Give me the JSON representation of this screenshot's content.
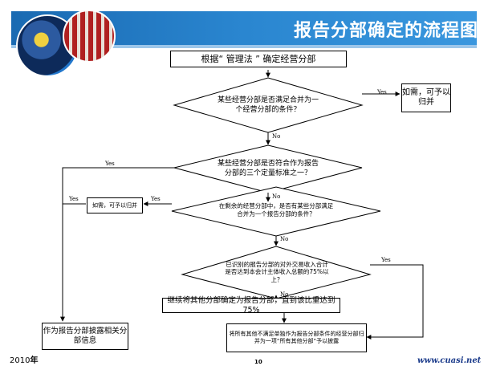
{
  "header": {
    "title": "报告分部确定的流程图"
  },
  "flow": {
    "start": "根据“ 管理法 ” 确定经营分部",
    "d1": "某些经营分部是否满足合并为一个经营分部的条件？",
    "r1": "如需，可予以归并",
    "d2": "某些经营分部是否符合作为报告分部的三个定量标准之一？",
    "d3": "在剩余的经营分部中，是否有某些分部满足合并为一个报告分部的条件？",
    "r3": "如需，可予以归并",
    "d4": "已识别的报告分部的对外交易收入合计是否达到本会计主体收入总额的75%以上？",
    "p5": "继续将其他分部确定为报告分部，直到该比重达到75%",
    "end_left": "作为报告分部披露相关分部信息",
    "end_bottom": "将所有其他不满足单独作为报告分部条件的经营分部归并为一项“所有其他分部”予以披露"
  },
  "labels": {
    "yes": "Yes",
    "no": "No"
  },
  "footer": {
    "year": "2010",
    "year_suffix": "年",
    "page": "10",
    "site": "www.cuasi.net"
  },
  "colors": {
    "banner": "#2a86d0",
    "line": "#000000"
  }
}
